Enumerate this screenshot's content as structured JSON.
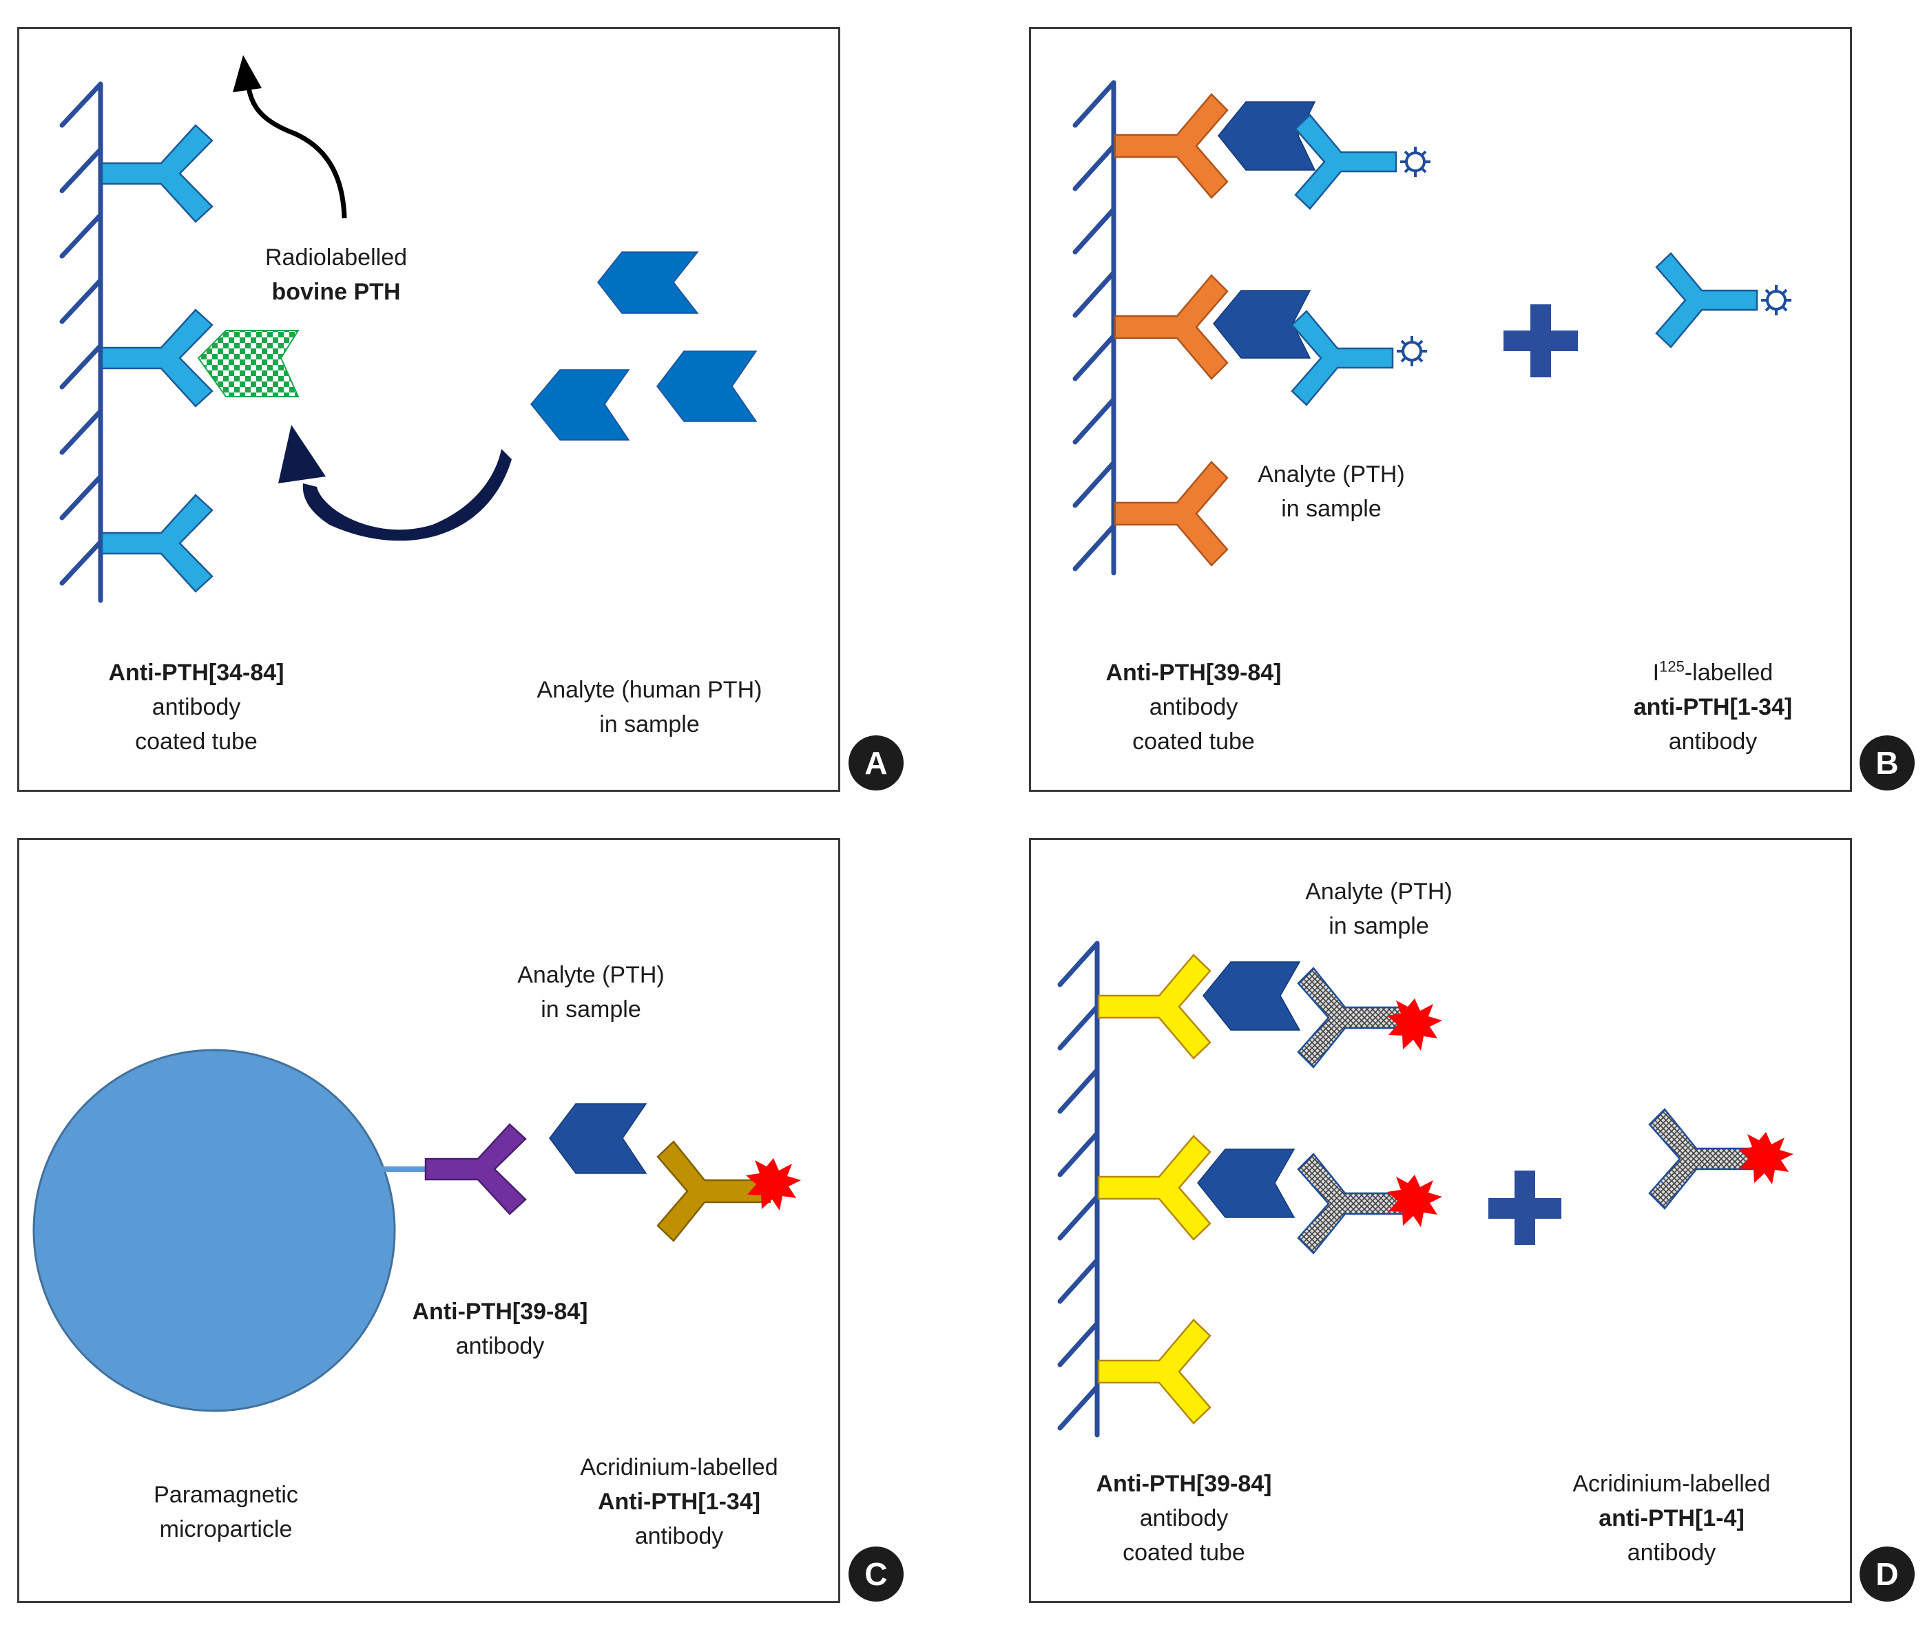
{
  "colors": {
    "tube_wall": "#2a4d9c",
    "antibody_light_blue": "#29abe2",
    "antibody_orange": "#ed7d31",
    "antibody_yellow": "#ffee00",
    "antibody_purple": "#7030a0",
    "antibody_gold": "#bf9000",
    "antibody_grey_hatched": "#8c8c8c",
    "pth_blue": "#1f4e9c",
    "pth_mid_blue": "#0070c0",
    "microparticle": "#5b9bd5",
    "bovine_pth_green": "#18a74a",
    "acridinium_red": "#ff0000",
    "plus_blue": "#2a4d9c",
    "curved_arrow_navy": "#0d1b4a"
  },
  "panels": {
    "a": {
      "badge": "A",
      "tracer_label": {
        "line1": "Radiolabelled",
        "line2": "bovine PTH"
      },
      "capture_label": {
        "line1": "Anti-PTH[34-84]",
        "line2": "antibody",
        "line3": "coated tube"
      },
      "analyte_label": {
        "line1": "Analyte (human PTH)",
        "line2": "in sample"
      },
      "icons": [
        "up-curved-arrow-icon",
        "curved-arrow-icon",
        "checkered-pth-icon",
        "pth-chevron-icon"
      ]
    },
    "b": {
      "badge": "B",
      "analyte_label": {
        "line1": "Analyte (PTH)",
        "line2": "in sample"
      },
      "capture_label": {
        "line1": "Anti-PTH[39-84]",
        "line2": "antibody",
        "line3": "coated tube"
      },
      "detection_label": {
        "isotope": "I",
        "isotope_mass": "125",
        "suffix": "-labelled",
        "line2": "anti-PTH[1-34]",
        "line3": "antibody"
      },
      "icons": [
        "plus-icon",
        "radiolabel-star-icon",
        "pth-chevron-icon"
      ]
    },
    "c": {
      "badge": "C",
      "analyte_label": {
        "line1": "Analyte (PTH)",
        "line2": "in sample"
      },
      "capture_label": {
        "line1": "Anti-PTH[39-84]",
        "line2": "antibody"
      },
      "particle_label": {
        "line1": "Paramagnetic",
        "line2": "microparticle"
      },
      "detection_label": {
        "line1": "Acridinium-labelled",
        "line2": "Anti-PTH[1-34]",
        "line3": "antibody"
      },
      "icons": [
        "microparticle-icon",
        "acridinium-burst-icon",
        "pth-chevron-icon"
      ]
    },
    "d": {
      "badge": "D",
      "analyte_label": {
        "line1": "Analyte (PTH)",
        "line2": "in sample"
      },
      "capture_label": {
        "line1": "Anti-PTH[39-84]",
        "line2": "antibody",
        "line3": "coated tube"
      },
      "detection_label": {
        "line1": "Acridinium-labelled",
        "line2": "anti-PTH[1-4]",
        "line3": "antibody"
      },
      "icons": [
        "plus-icon",
        "acridinium-burst-icon",
        "pth-chevron-icon"
      ]
    }
  }
}
